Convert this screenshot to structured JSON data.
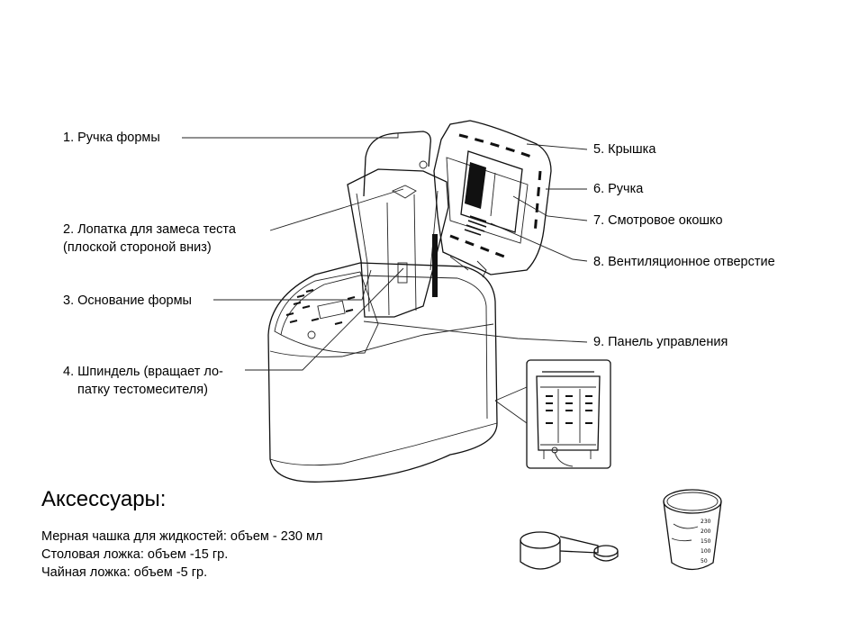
{
  "labels": [
    {
      "id": "1",
      "lines": [
        "1. Ручка формы"
      ]
    },
    {
      "id": "2",
      "lines": [
        "2. Лопатка для замеса теста",
        "(плоской стороной вниз)"
      ]
    },
    {
      "id": "3",
      "lines": [
        "3. Основание формы"
      ]
    },
    {
      "id": "4",
      "lines": [
        "4. Шпиндель (вращает ло-",
        "патку тестомесителя)"
      ]
    },
    {
      "id": "5",
      "lines": [
        "5. Крышка"
      ]
    },
    {
      "id": "6",
      "lines": [
        "6. Ручка"
      ]
    },
    {
      "id": "7",
      "lines": [
        "7. Смотровое окошко"
      ]
    },
    {
      "id": "8",
      "lines": [
        "8. Вентиляционное отверстие"
      ]
    },
    {
      "id": "9",
      "lines": [
        "9. Панель управления"
      ]
    }
  ],
  "accessories": {
    "title": "Аксессуары:",
    "items": [
      "Мерная чашка для жидкостей: объем - 230 мл",
      "Столовая ложка: объем -15 гр.",
      "Чайная ложка: объем -5 гр."
    ]
  },
  "cup_scale": [
    "230",
    "200",
    "150",
    "100",
    "50"
  ]
}
